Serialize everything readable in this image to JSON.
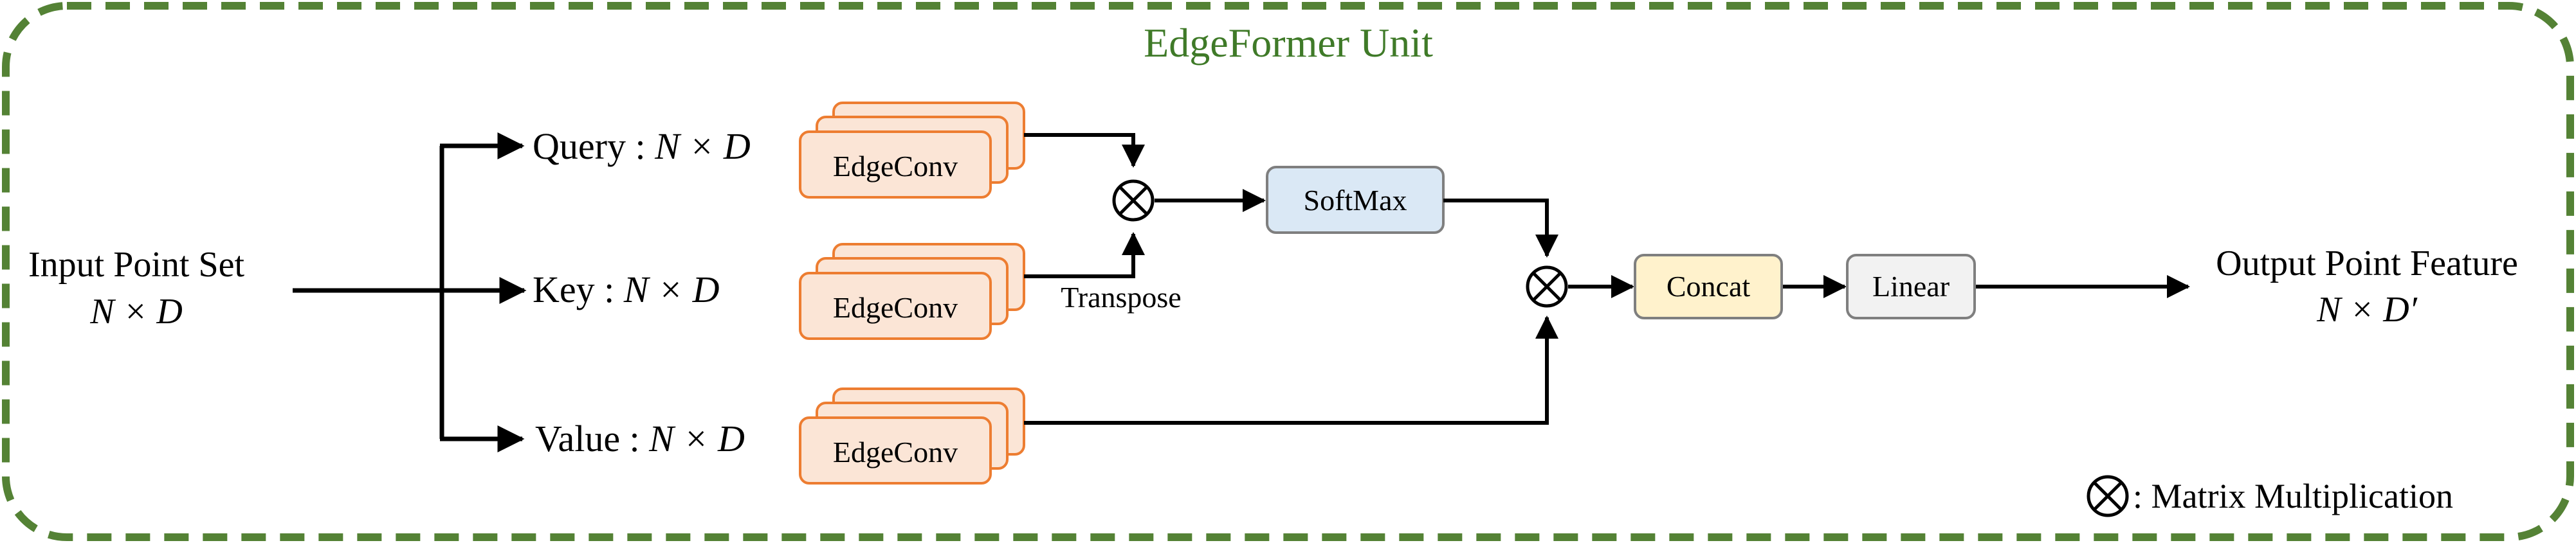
{
  "title": "EdgeFormer Unit",
  "input": {
    "label": "Input Point Set",
    "dims": "N × D"
  },
  "branches": {
    "query": {
      "label": "Query : ",
      "dims": "N × D",
      "block": "EdgeConv"
    },
    "key": {
      "label": "Key : ",
      "dims": "N × D",
      "block": "EdgeConv"
    },
    "value": {
      "label": "Value : ",
      "dims": "N × D",
      "block": "EdgeConv"
    }
  },
  "transpose_label": "Transpose",
  "blocks": {
    "softmax": "SoftMax",
    "concat": "Concat",
    "linear": "Linear"
  },
  "output": {
    "label": "Output Point Feature",
    "dims": "N × D′"
  },
  "legend": {
    "symbol": "⊗",
    "text": ": Matrix Multiplication"
  },
  "colors": {
    "frame": "#548235",
    "title": "#3f7a28",
    "edgeconv_fill": "#fbe5d6",
    "edgeconv_stroke": "#ed7d31",
    "softmax_fill": "#dae8f5",
    "softmax_stroke": "#7f7f7f",
    "concat_fill": "#fff2cc",
    "concat_stroke": "#7f7f7f",
    "linear_fill": "#f2f2f2",
    "linear_stroke": "#7f7f7f",
    "line": "#000000"
  }
}
